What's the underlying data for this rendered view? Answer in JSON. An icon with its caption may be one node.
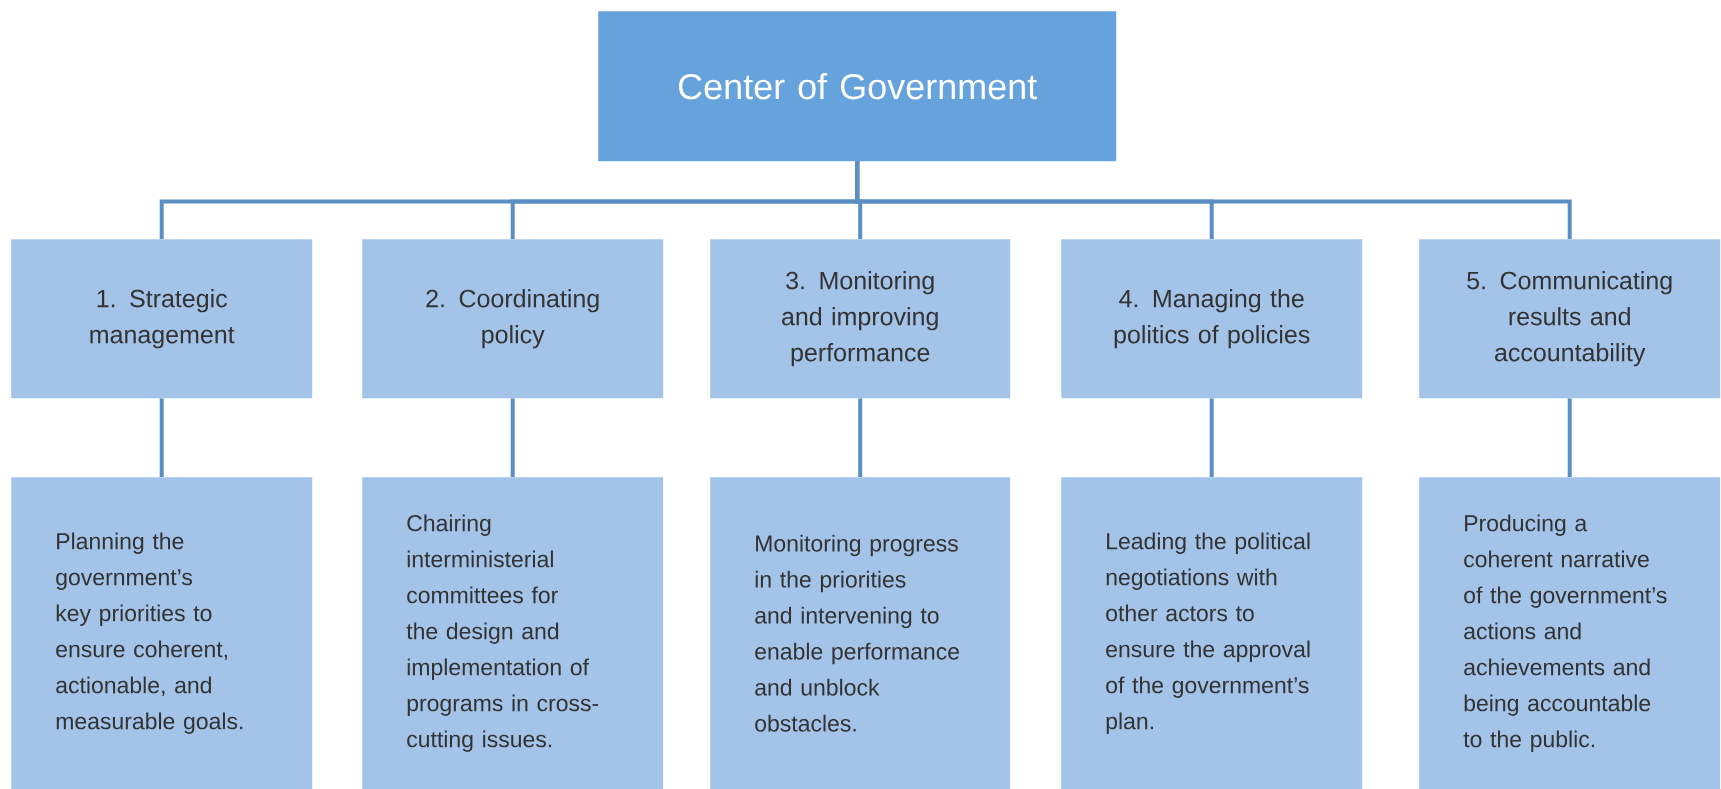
{
  "diagram": {
    "nodes": [
      {
        "text": [
          "Center of Government"
        ]
      },
      {
        "text": [
          "1. Strategic management"
        ]
      },
      {
        "text": [
          "2. Coordinating policy"
        ]
      },
      {
        "text": [
          "3. Monitoring and improving performance"
        ]
      },
      {
        "text": [
          "4. Managing the politics of policies"
        ]
      },
      {
        "text": [
          "5. Communicating results and accountability"
        ]
      },
      {
        "text": [
          "Planning the government’s key priorities to ensure coherent, actionable, and measurable goals."
        ]
      },
      {
        "text": [
          "Chairing interministerial committees for the design and implementation of programs in cross-cutting issues."
        ]
      },
      {
        "text": [
          "Monitoring progress in the priorities and intervening to enable performance and unblock obstacles."
        ]
      },
      {
        "text": [
          "Leading the political negotiations with other actors to ensure the approval of the government’s plan."
        ]
      },
      {
        "text": [
          "Producing a coherent narrative of the government’s actions and achievements and being accountable to the public."
        ]
      }
    ],
    "edges": [
      {
        "from": 0,
        "to": 1,
        "arrow": "none"
      },
      {
        "from": 0,
        "to": 2,
        "arrow": "none"
      },
      {
        "from": 0,
        "to": 3,
        "arrow": "none"
      },
      {
        "from": 0,
        "to": 4,
        "arrow": "none"
      },
      {
        "from": 0,
        "to": 5,
        "arrow": "none"
      },
      {
        "from": 1,
        "to": 6,
        "arrow": "none"
      },
      {
        "from": 2,
        "to": 7,
        "arrow": "none"
      },
      {
        "from": 3,
        "to": 8,
        "arrow": "none"
      },
      {
        "from": 4,
        "to": 9,
        "arrow": "none"
      },
      {
        "from": 5,
        "to": 10,
        "arrow": "none"
      }
    ]
  }
}
